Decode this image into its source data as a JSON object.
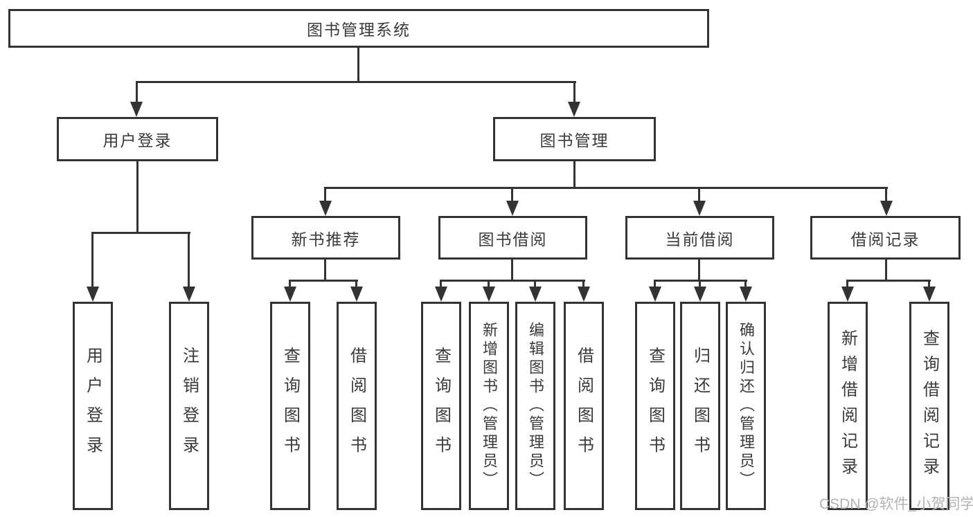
{
  "diagram": {
    "root": "图书管理系统",
    "branches": [
      {
        "label": "用户登录",
        "leaves": [
          "用户登录",
          "注销登录"
        ]
      },
      {
        "label": "图书管理",
        "groups": [
          {
            "label": "新书推荐",
            "leaves": [
              "查询图书",
              "借阅图书"
            ]
          },
          {
            "label": "图书借阅",
            "leaves": [
              "查询图书",
              "新增图书（管理员）",
              "编辑图书（管理员）",
              "借阅图书"
            ]
          },
          {
            "label": "当前借阅",
            "leaves": [
              "查询图书",
              "归还图书",
              "确认归还（管理员）"
            ]
          },
          {
            "label": "借阅记录",
            "leaves": [
              "新增借阅记录",
              "查询借阅记录"
            ]
          }
        ]
      }
    ]
  },
  "watermark": "CSDN @软件_小贺同学",
  "colors": {
    "line": "#333333",
    "text": "#3a3a3a",
    "background": "#ffffff",
    "watermark": "#b3b3b3"
  }
}
